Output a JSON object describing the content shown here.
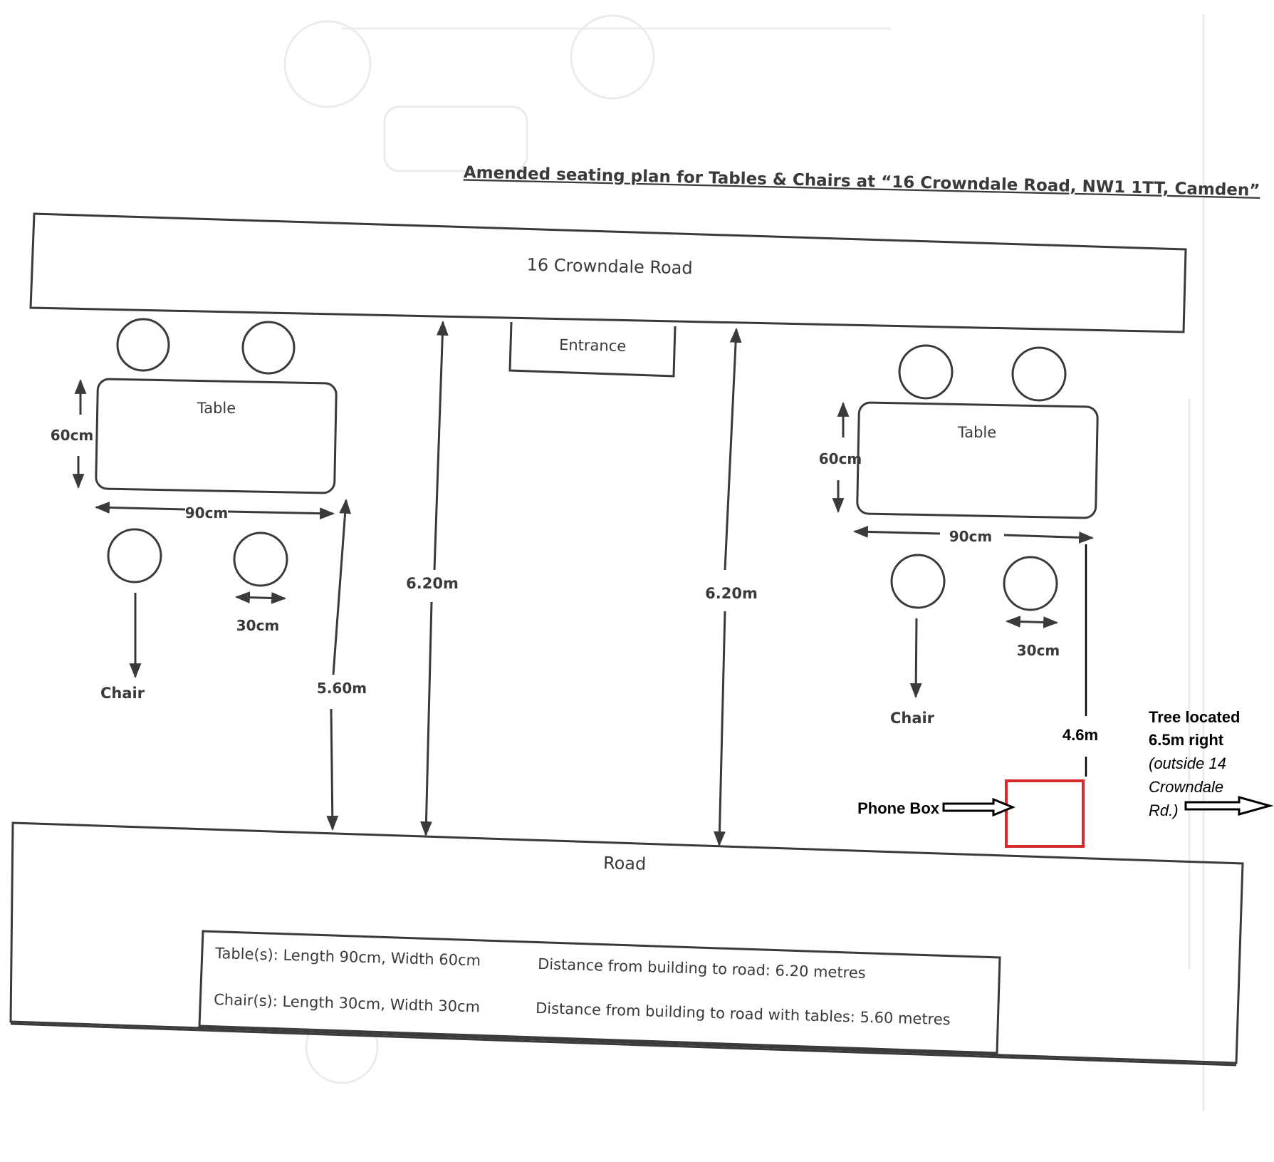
{
  "title": "Amended seating plan for Tables & Chairs at “16 Crowndale Road, NW1 1TT, Camden”",
  "building": {
    "label": "16 Crowndale Road"
  },
  "entrance": {
    "label": "Entrance"
  },
  "road": {
    "label": "Road"
  },
  "left_set": {
    "table_label": "Table",
    "height_label": "60cm",
    "width_label": "90cm",
    "chair_label": "Chair",
    "chair_width_label": "30cm",
    "clearance_label": "5.60m"
  },
  "right_set": {
    "table_label": "Table",
    "height_label": "60cm",
    "width_label": "90cm",
    "chair_label": "Chair",
    "chair_width_label": "30cm"
  },
  "distances": {
    "left": "6.20m",
    "right": "6.20m"
  },
  "annotations": {
    "phone_box_label": "Phone Box",
    "phone_box_distance": "4.6m",
    "tree_line1": "Tree located",
    "tree_line2": "6.5m right",
    "tree_line3": "(outside 14",
    "tree_line4": "Crowndale",
    "tree_line5": "Rd.)",
    "phone_box_color": "#d42a2a"
  },
  "legend": {
    "table_spec": "Table(s): Length 90cm, Width 60cm",
    "chair_spec": "Chair(s): Length 30cm, Width 30cm",
    "distance_spec": "Distance from building to road: 6.20 metres",
    "distance_tables_spec": "Distance from building to road with tables: 5.60 metres"
  }
}
